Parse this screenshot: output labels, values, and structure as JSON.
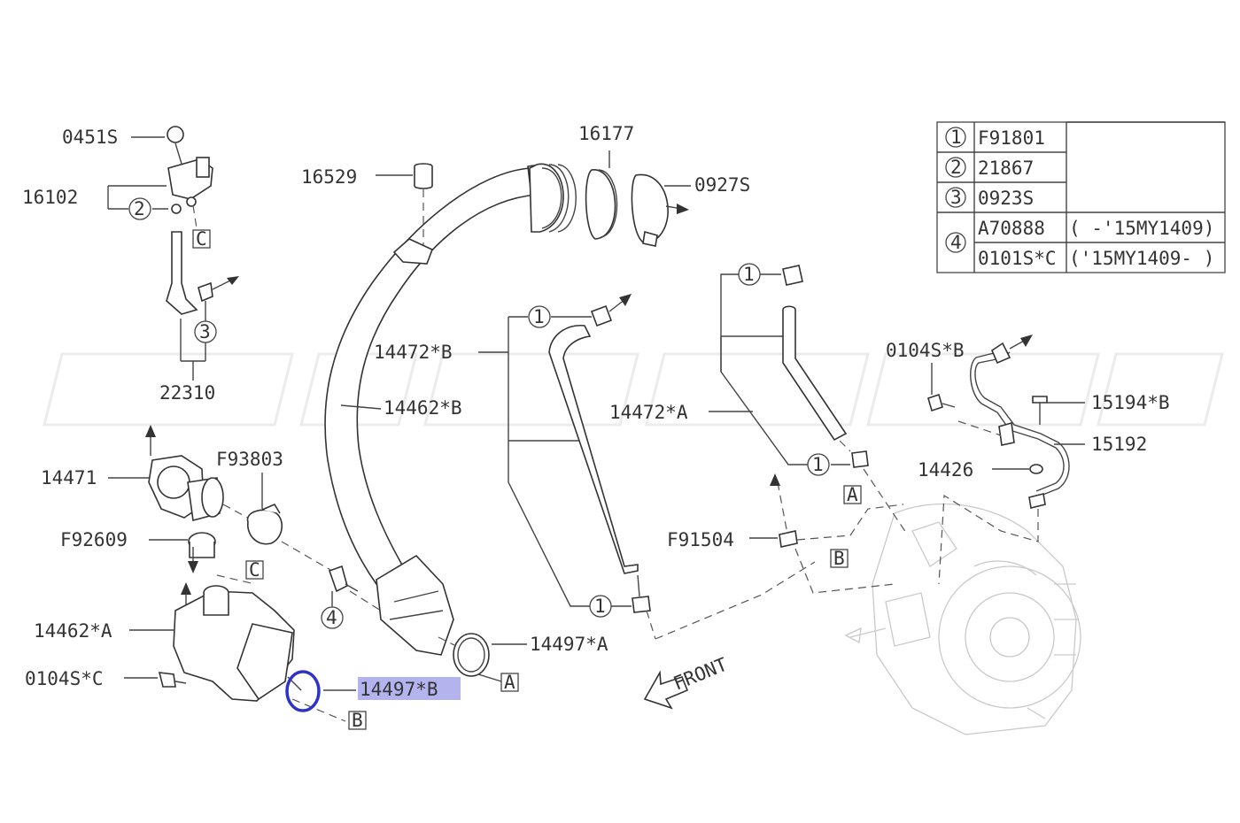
{
  "callouts": {
    "c0451s": "0451S",
    "c16102": "16102",
    "c22310": "22310",
    "c16529": "16529",
    "c16177": "16177",
    "c0927s": "0927S",
    "c14472b": "14472*B",
    "c14462b": "14462*B",
    "c14472a": "14472*A",
    "c0104sb": "0104S*B",
    "c15194b": "15194*B",
    "c15192": "15192",
    "c14426": "14426",
    "c14471": "14471",
    "cf93803": "F93803",
    "cf92609": "F92609",
    "c14462a": "14462*A",
    "c0104sc": "0104S*C",
    "c14497a": "14497*A",
    "c14497b": "14497*B",
    "cf91504": "F91504",
    "front": "FRONT"
  },
  "markers": {
    "one": "1",
    "two": "2",
    "three": "3",
    "four": "4",
    "a": "A",
    "b": "B",
    "c": "C"
  },
  "ref_table": {
    "rows": [
      {
        "num": "1",
        "part": "F91801",
        "note": ""
      },
      {
        "num": "2",
        "part": "21867",
        "note": ""
      },
      {
        "num": "3",
        "part": "0923S",
        "note": ""
      },
      {
        "num": "4",
        "part": "A70888",
        "note": "( -'15MY1409)"
      },
      {
        "num": "",
        "part": "0101S*C",
        "note": "('15MY1409- )"
      }
    ]
  },
  "highlight_color": "#b3b3ee",
  "highlight_ring_color": "#2d33c9"
}
